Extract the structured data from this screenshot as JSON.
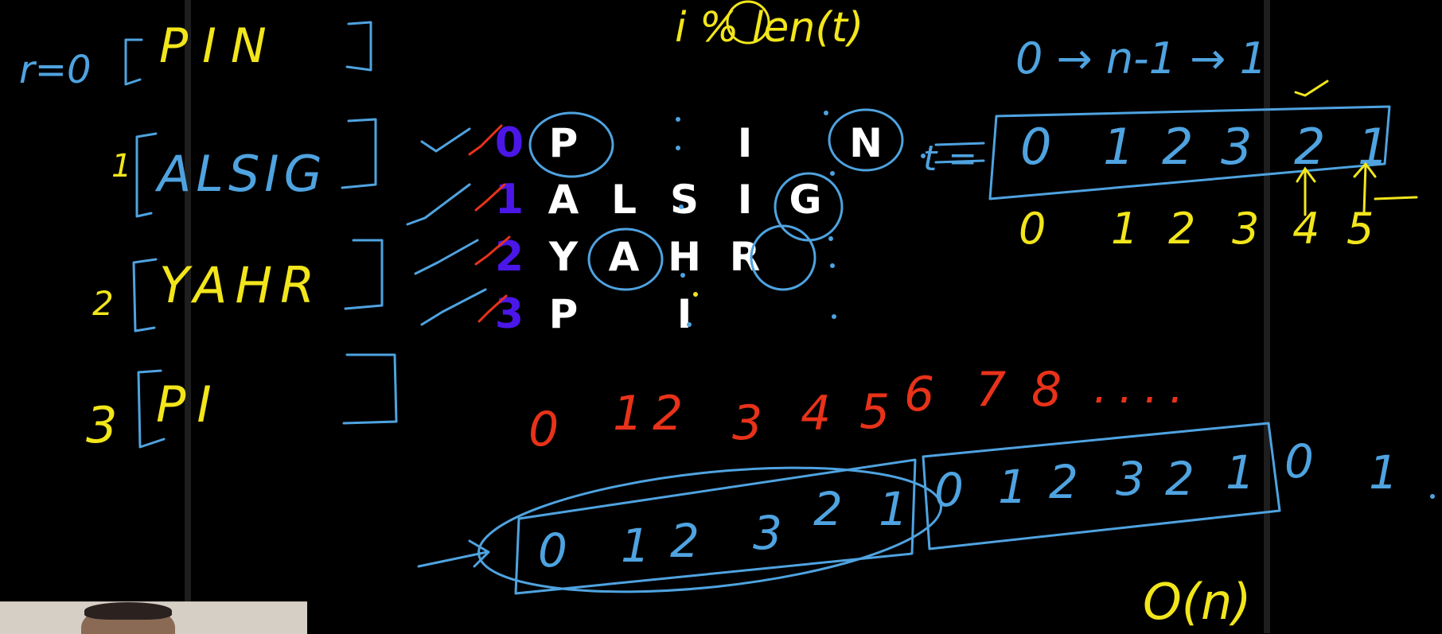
{
  "board": {
    "rows": [
      {
        "index": "0",
        "letters": [
          "P",
          "",
          "",
          "I",
          "",
          "N"
        ]
      },
      {
        "index": "1",
        "letters": [
          "A",
          "L",
          "S",
          "I",
          "G",
          ""
        ]
      },
      {
        "index": "2",
        "letters": [
          "Y",
          "A",
          "H",
          "R",
          "",
          ""
        ]
      },
      {
        "index": "3",
        "letters": [
          "P",
          "",
          "I",
          "",
          "",
          ""
        ]
      }
    ],
    "left_rows": [
      {
        "prefix": "r=0",
        "content": "PIN"
      },
      {
        "prefix": "1",
        "content": "ALSIG"
      },
      {
        "prefix": "2",
        "content": "YAHR"
      },
      {
        "prefix": "3",
        "content": "PI"
      }
    ],
    "top_note": "i % len(t)",
    "pattern_formula": "0 → n-1 → 1",
    "t_label": "t =",
    "t_array": [
      "0",
      "1",
      "2",
      "3",
      "2",
      "1"
    ],
    "t_indices": [
      "0",
      "1",
      "2",
      "3",
      "4",
      "5"
    ],
    "sequence": [
      "0",
      "1",
      "2",
      "3",
      "4",
      "5",
      "6",
      "7",
      "8",
      "...."
    ],
    "cycle_1": [
      "0",
      "1",
      "2",
      "3",
      "2",
      "1"
    ],
    "cycle_2": [
      "0",
      "1",
      "2",
      "3",
      "2",
      "1"
    ],
    "cycle_tail": [
      "0",
      "1"
    ],
    "complexity": "O(n)"
  },
  "colors": {
    "background": "#000000",
    "blue_ink": "#4fa3e0",
    "yellow_ink": "#f2e61b",
    "red_ink": "#e8321a",
    "index_purple": "#4a17e8",
    "letters": "#ffffff"
  }
}
